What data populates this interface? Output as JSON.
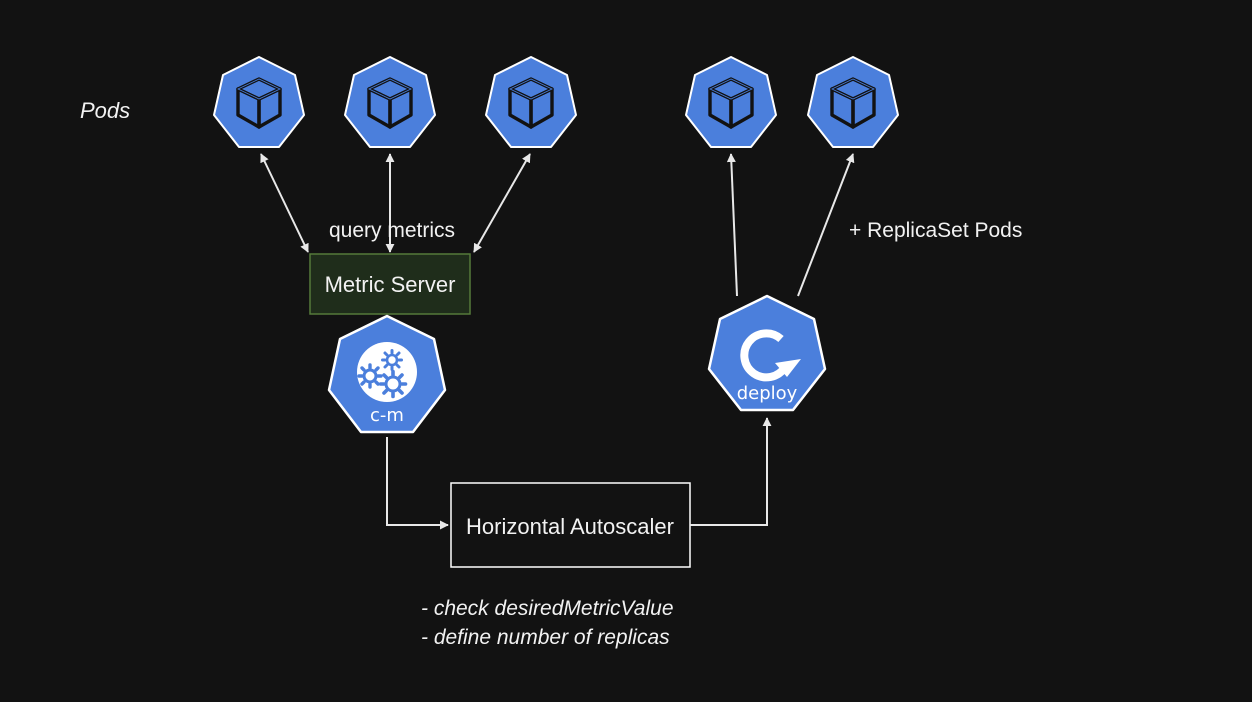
{
  "colors": {
    "background": "#121212",
    "k8s_blue": "#4b7fdc",
    "icon_outline": "#ffffff",
    "metric_server_fill": "#1f2d1b",
    "metric_server_border": "#557a3a",
    "line": "#e8e8e8",
    "text": "#f2f2f2"
  },
  "labels": {
    "pods": "Pods",
    "query_metrics": "query metrics",
    "replicaset_pods": "+ ReplicaSet Pods",
    "metric_server": "Metric Server",
    "controller_manager": "c-m",
    "deploy": "deploy",
    "horizontal_autoscaler": "Horizontal Autoscaler",
    "note_line_1": "- check desiredMetricValue",
    "note_line_2": "- define number of replicas"
  },
  "nodes": {
    "pods_monitored": [
      "pod-icon",
      "pod-icon",
      "pod-icon"
    ],
    "pods_replicaset": [
      "pod-icon",
      "pod-icon"
    ],
    "controller_manager_icon": "gears-icon",
    "deploy_icon": "refresh-arrow-icon"
  }
}
